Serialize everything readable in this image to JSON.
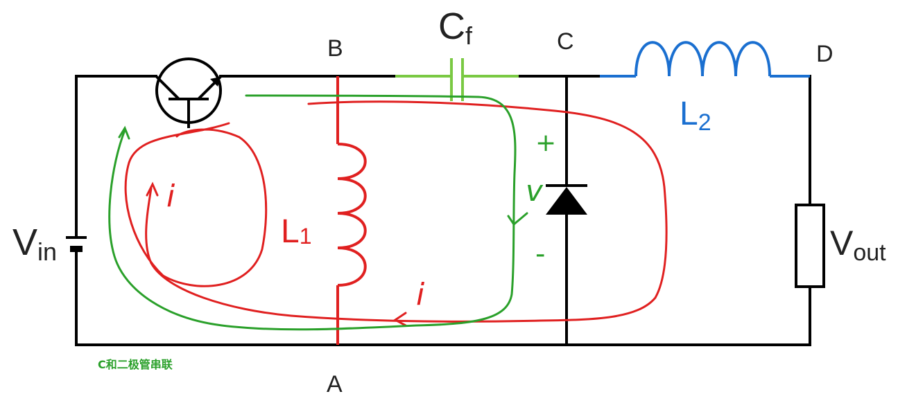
{
  "nodes": {
    "a": "A",
    "b": "B",
    "c": "C",
    "d": "D"
  },
  "components": {
    "vin": {
      "main": "V",
      "sub": "in"
    },
    "vout": {
      "main": "V",
      "sub": "out"
    },
    "l1": {
      "main": "L",
      "sub": "1"
    },
    "l2": {
      "main": "L",
      "sub": "2"
    },
    "cf": {
      "main": "C",
      "sub": "f"
    }
  },
  "annotations": {
    "current_left": "i",
    "current_bottom": "i",
    "voltage": "v",
    "plus": "+",
    "minus": "-",
    "note": "C和二极管串联"
  },
  "colors": {
    "wire": "#000000",
    "l1": "#e02020",
    "l2": "#1a6fd0",
    "cf": "#7ac943",
    "annotation_red": "#e02020",
    "annotation_green": "#2aa02a"
  }
}
